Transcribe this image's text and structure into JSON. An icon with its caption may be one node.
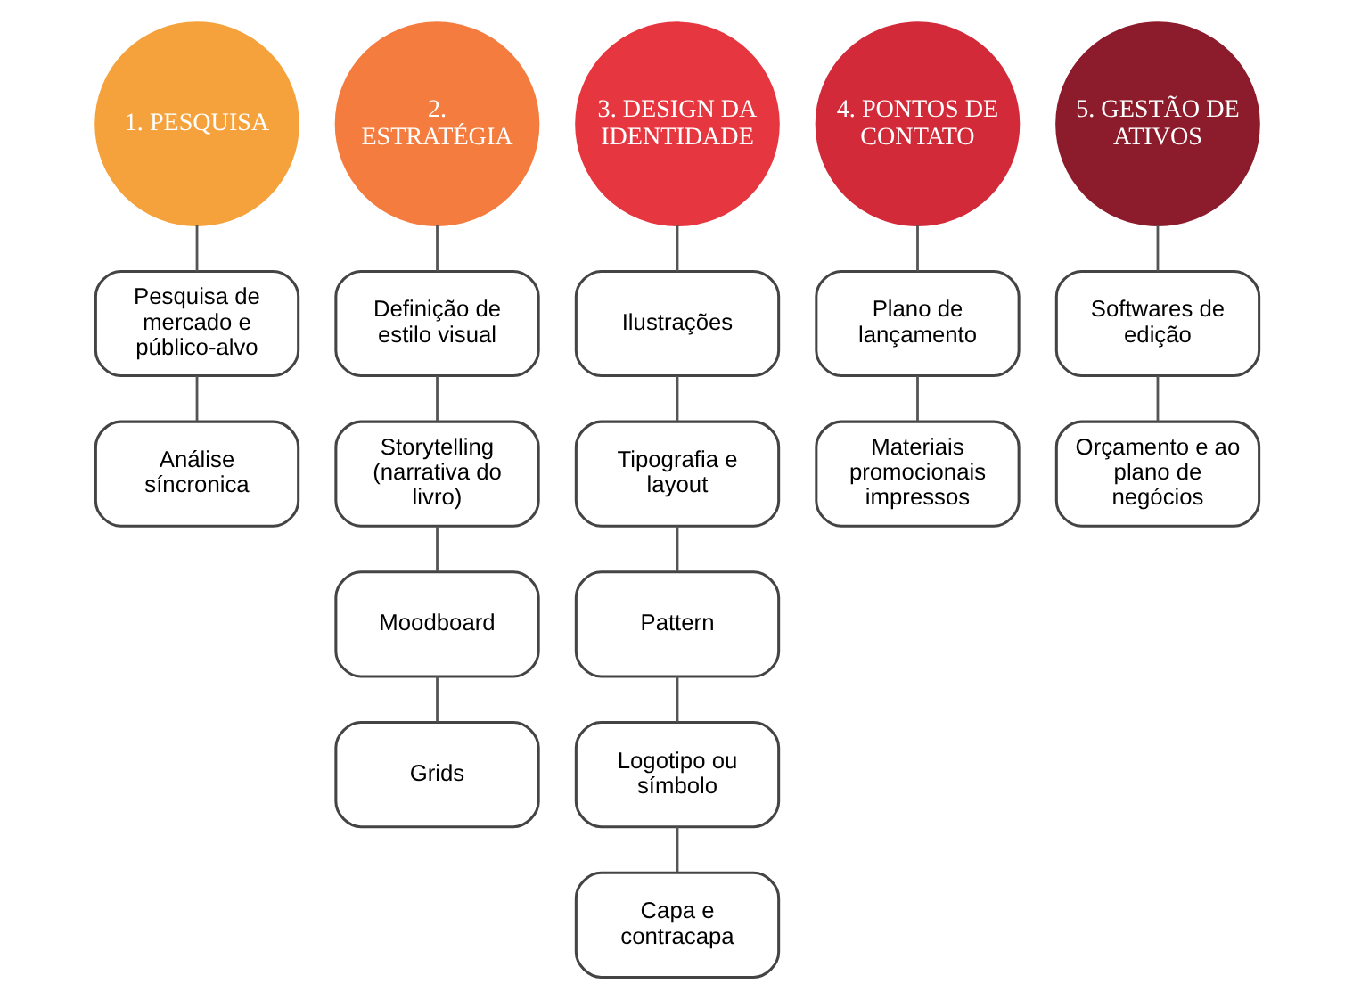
{
  "diagram": {
    "nodes": [
      {
        "text": [
          "1. PESQUISA"
        ]
      },
      {
        "text": [
          "Pesquisa de mercado e público-alvo"
        ]
      },
      {
        "text": [
          "Análise síncronica"
        ]
      },
      {
        "text": [
          "2. ESTRATÉGIA"
        ]
      },
      {
        "text": [
          "Definição de estilo visual"
        ]
      },
      {
        "text": [
          "Storytelling (narrativa do livro)"
        ]
      },
      {
        "text": [
          "Moodboard"
        ]
      },
      {
        "text": [
          "Grids"
        ]
      },
      {
        "text": [
          "3. DESIGN DA IDENTIDADE"
        ]
      },
      {
        "text": [
          "Ilustrações"
        ]
      },
      {
        "text": [
          "Tipografia e layout"
        ]
      },
      {
        "text": [
          "Pattern"
        ]
      },
      {
        "text": [
          "Logotipo ou símbolo"
        ]
      },
      {
        "text": [
          "Capa e contracapa"
        ]
      },
      {
        "text": [
          "4. PONTOS DE CONTATO"
        ]
      },
      {
        "text": [
          "Plano de lançamento"
        ]
      },
      {
        "text": [
          "Materiais promocionais impressos"
        ]
      },
      {
        "text": [
          "5. GESTÃO DE ATIVOS"
        ]
      },
      {
        "text": [
          "Softwares de edição"
        ]
      },
      {
        "text": [
          "Orçamento e ao plano de negócios"
        ]
      }
    ],
    "edges": [
      {
        "from": 0,
        "to": 1,
        "arrow": "none"
      },
      {
        "from": 1,
        "to": 2,
        "arrow": "none"
      },
      {
        "from": 3,
        "to": 4,
        "arrow": "none"
      },
      {
        "from": 4,
        "to": 5,
        "arrow": "none"
      },
      {
        "from": 5,
        "to": 6,
        "arrow": "none"
      },
      {
        "from": 6,
        "to": 7,
        "arrow": "none"
      },
      {
        "from": 8,
        "to": 9,
        "arrow": "none"
      },
      {
        "from": 9,
        "to": 10,
        "arrow": "none"
      },
      {
        "from": 10,
        "to": 11,
        "arrow": "none"
      },
      {
        "from": 11,
        "to": 12,
        "arrow": "none"
      },
      {
        "from": 12,
        "to": 13,
        "arrow": "none"
      },
      {
        "from": 14,
        "to": 15,
        "arrow": "none"
      },
      {
        "from": 15,
        "to": 16,
        "arrow": "none"
      },
      {
        "from": 17,
        "to": 18,
        "arrow": "none"
      },
      {
        "from": 18,
        "to": 19,
        "arrow": "none"
      }
    ]
  }
}
